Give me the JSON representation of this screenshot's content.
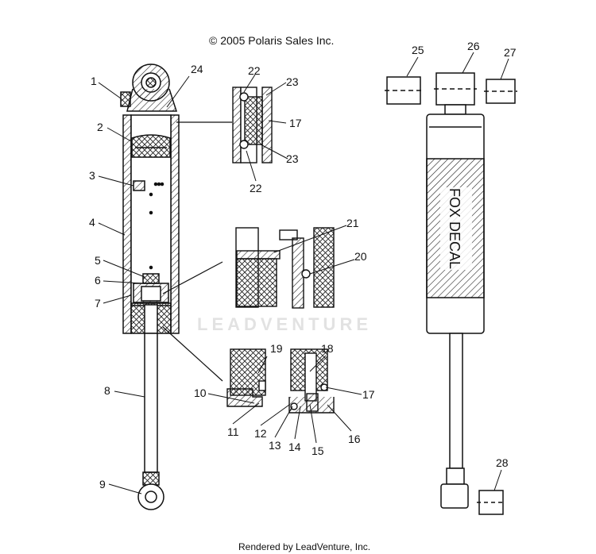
{
  "copyright": "© 2005 Polaris Sales Inc.",
  "footer": "Rendered by LeadVenture, Inc.",
  "watermark": "LEADVENTURE",
  "decal_text": "FOX DECAL",
  "callouts": [
    "1",
    "2",
    "3",
    "4",
    "5",
    "6",
    "7",
    "8",
    "9",
    "10",
    "11",
    "12",
    "13",
    "14",
    "15",
    "16",
    "17",
    "17",
    "18",
    "19",
    "20",
    "21",
    "22",
    "22",
    "23",
    "23",
    "24",
    "25",
    "26",
    "27",
    "28"
  ],
  "colors": {
    "line": "#111111",
    "hatch": "#222222",
    "watermark": "#e2e2e2"
  }
}
